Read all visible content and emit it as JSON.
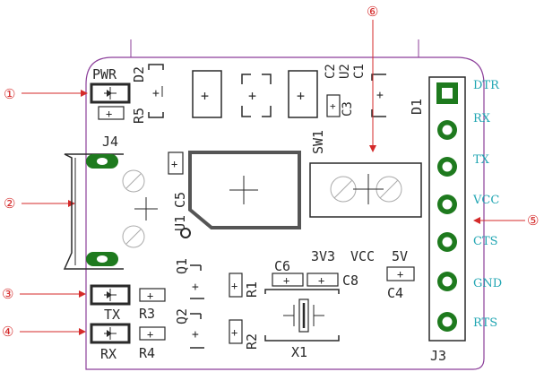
{
  "colors": {
    "board_outline": "#8c3f9a",
    "silkscreen": "#2a2a2a",
    "pad_green": "#1e7a1e",
    "callout_red": "#d42a2a",
    "pin_label_cyan": "#22a6b3"
  },
  "callouts": {
    "c1": "①",
    "c2": "②",
    "c3": "③",
    "c4": "④",
    "c5": "⑤",
    "c6": "⑥"
  },
  "silk": {
    "pwr": "PWR",
    "d2": "D2",
    "r5": "R5",
    "j4": "J4",
    "c2": "C2",
    "u2": "U2",
    "c1": "C1",
    "c3": "C3",
    "d1": "D1",
    "sw1": "SW1",
    "c5": "C5",
    "u1": "U1",
    "q1": "Q1",
    "q2": "Q2",
    "tx": "TX",
    "rx": "RX",
    "r3": "R3",
    "r4": "R4",
    "r1": "R1",
    "r2": "R2",
    "c6": "C6",
    "c8": "C8",
    "v3v3": "3V3",
    "vcc": "VCC",
    "v5": "5V",
    "c4": "C4",
    "x1": "X1",
    "j3": "J3"
  },
  "pins": [
    "DTR",
    "RX",
    "TX",
    "VCC",
    "CTS",
    "GND",
    "RTS"
  ]
}
